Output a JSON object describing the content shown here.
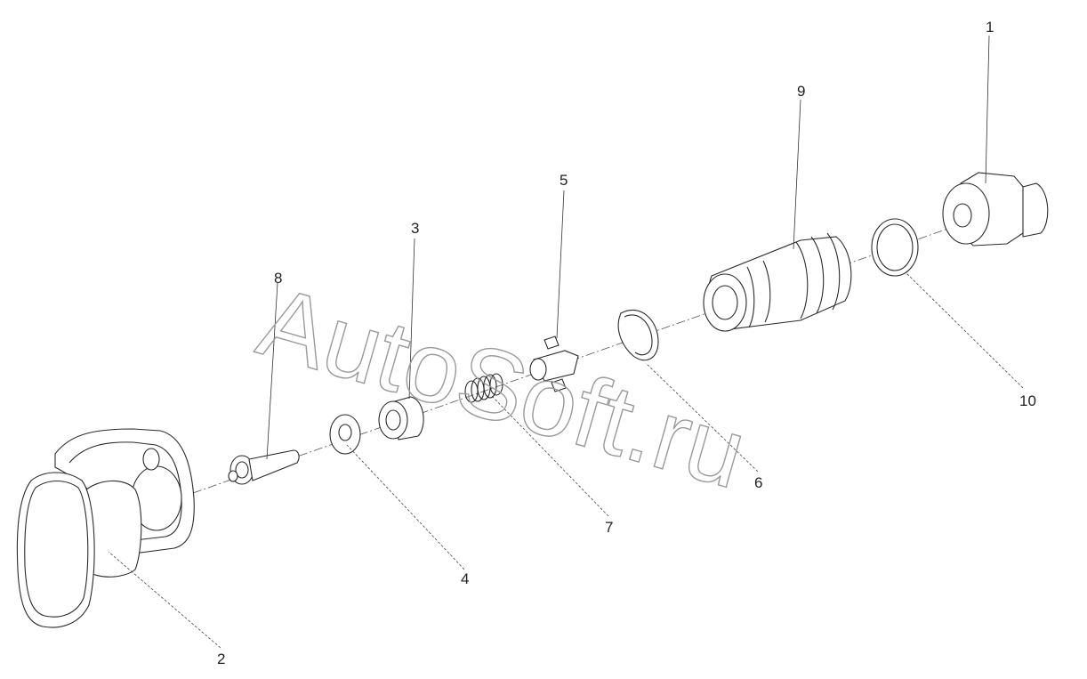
{
  "diagram": {
    "watermark": "AutoSoft.ru",
    "callouts": [
      {
        "id": "1",
        "text": "1"
      },
      {
        "id": "2",
        "text": "2"
      },
      {
        "id": "3",
        "text": "3"
      },
      {
        "id": "4",
        "text": "4"
      },
      {
        "id": "5",
        "text": "5"
      },
      {
        "id": "6",
        "text": "6"
      },
      {
        "id": "7",
        "text": "7"
      },
      {
        "id": "8",
        "text": "8"
      },
      {
        "id": "9",
        "text": "9"
      },
      {
        "id": "10",
        "text": "10"
      }
    ],
    "colors": {
      "line": "#2b2b2b",
      "background": "#ffffff",
      "watermark": "#9a9a9a"
    }
  }
}
